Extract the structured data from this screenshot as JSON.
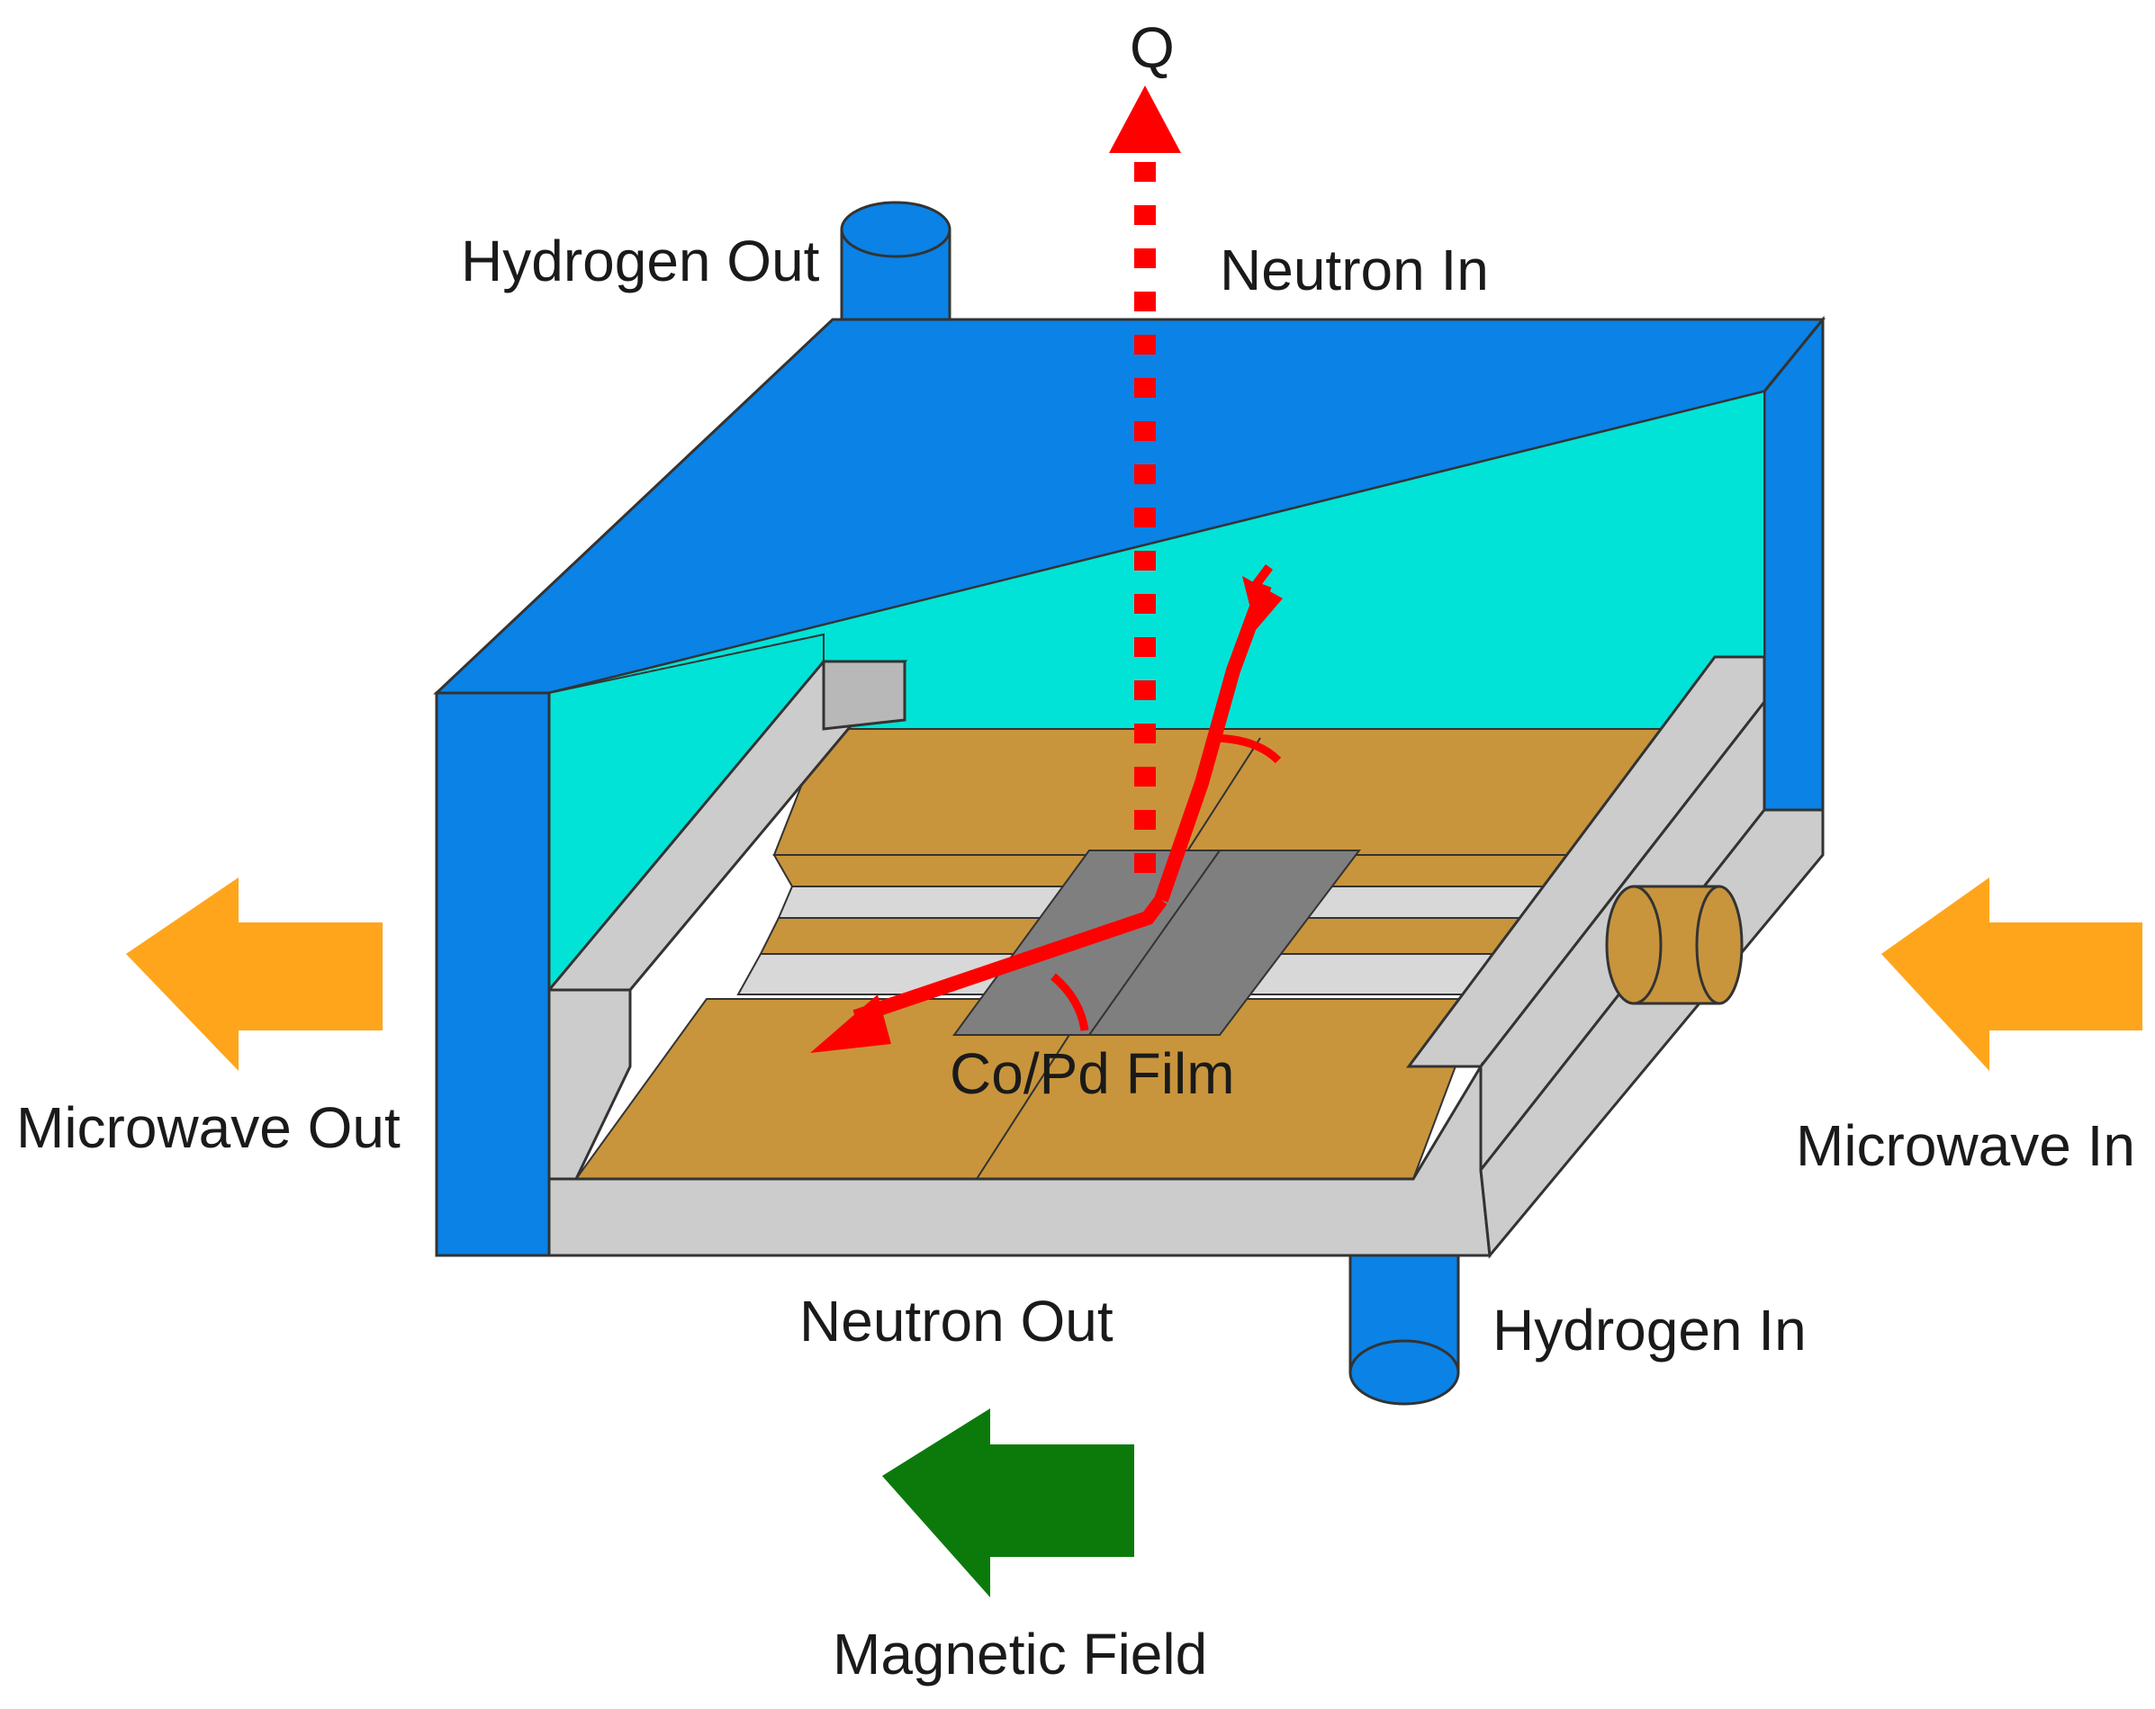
{
  "labels": {
    "q": "Q",
    "hydrogen_out": "Hydrogen Out",
    "neutron_in": "Neutron In",
    "microwave_out": "Microwave Out",
    "microwave_in": "Microwave In",
    "film": "Co/Pd Film",
    "neutron_out": "Neutron Out",
    "hydrogen_in": "Hydrogen In",
    "magnetic_field": "Magnetic Field"
  },
  "colors": {
    "chamber_blue": "#0a82e6",
    "interior_cyan": "#00e3d6",
    "substrate_tan": "#c8953c",
    "rail_gray": "#cccccc",
    "film_gray": "#7f7f7f",
    "beam_red": "#ff0000",
    "microwave_orange": "#ffa51c",
    "magnetic_green": "#0b7a0b"
  }
}
